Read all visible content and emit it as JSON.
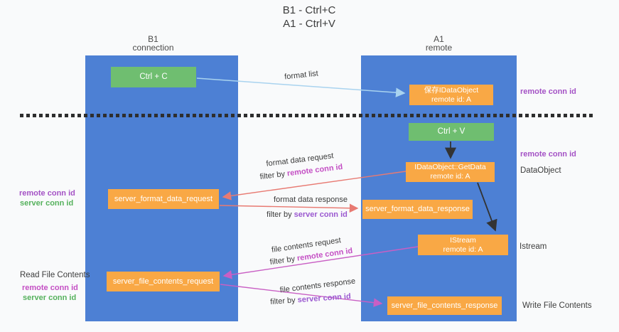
{
  "title": {
    "line1": "B1 - Ctrl+C",
    "line2": "A1 - Ctrl+V"
  },
  "lanes": {
    "left": {
      "title": "B1",
      "subtitle": "connection"
    },
    "right": {
      "title": "A1",
      "subtitle": "remote"
    }
  },
  "nodes": {
    "ctrl_c": {
      "label": "Ctrl + C"
    },
    "ctrl_v": {
      "label": "Ctrl + V"
    },
    "saved_dataobject": {
      "line1": "保存IDataObject",
      "line2": "remote id: A"
    },
    "getdata": {
      "line1": "IDataObject::GetData",
      "line2": "remote id: A"
    },
    "istream": {
      "line1": "IStream",
      "line2": "remote id: A"
    },
    "server_format_data_request": {
      "label": "server_format_data_request"
    },
    "server_format_data_response": {
      "label": "server_format_data_response"
    },
    "server_file_contents_request": {
      "label": "server_file_contents_request"
    },
    "server_file_contents_response": {
      "label": "server_file_contents_response"
    }
  },
  "flow_labels": {
    "format_list": "format list",
    "format_data_request": "format data request",
    "format_data_request_filter": {
      "prefix": "filter by ",
      "key": "remote conn id"
    },
    "format_data_response": "format data response",
    "format_data_response_filter": {
      "prefix": "filter by ",
      "key": "server conn id"
    },
    "file_contents_request": "file contents request",
    "file_contents_request_filter": {
      "prefix": "filter by ",
      "key": "remote conn id"
    },
    "file_contents_response": "file contents response",
    "file_contents_response_filter": {
      "prefix": "filter by ",
      "key": "server conn id"
    }
  },
  "side_labels": {
    "left": {
      "remote_conn_id_top": "remote conn id",
      "server_conn_id_top": "server conn id",
      "read_file_contents": "Read File Contents",
      "remote_conn_id_bottom": "remote conn id",
      "server_conn_id_bottom": "server conn id"
    },
    "right": {
      "remote_conn_id_top": "remote conn id",
      "remote_conn_id_mid": "remote conn id",
      "dataobject": "DataObject",
      "istream": "Istream",
      "write_file_contents": "Write File Contents"
    }
  },
  "colors": {
    "lane_blue": "#4d80d4",
    "node_orange": "#f9a845",
    "node_green": "#6fbe70",
    "purple_label": "#a452c5",
    "magenta_label": "#c44fc4",
    "violet_label": "#9b59d0",
    "green_label": "#55b15c",
    "arrow_red": "#e87a72",
    "arrow_magenta": "#c95fc4",
    "arrow_blue": "#a9d3ef",
    "arrow_black": "#333333"
  }
}
